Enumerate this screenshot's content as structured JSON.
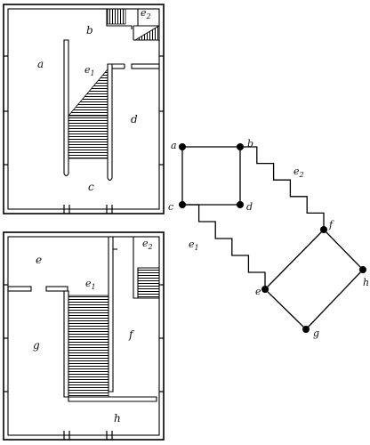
{
  "figure": {
    "upper_floor_plan": {
      "rooms": {
        "a": "a",
        "b": "b",
        "c": "c",
        "d": "d"
      },
      "stair_labels": {
        "e1": "e",
        "e1_sub": "1",
        "e2": "e",
        "e2_sub": "2"
      }
    },
    "lower_floor_plan": {
      "rooms": {
        "e": "e",
        "f": "f",
        "g": "g",
        "h": "h"
      },
      "stair_labels": {
        "e1": "e",
        "e1_sub": "1",
        "e2": "e",
        "e2_sub": "2"
      }
    },
    "graph": {
      "nodes": [
        "a",
        "b",
        "c",
        "d",
        "e",
        "f",
        "g",
        "h"
      ],
      "plain_edges": [
        [
          "a",
          "b"
        ],
        [
          "b",
          "d"
        ],
        [
          "d",
          "c"
        ],
        [
          "c",
          "a"
        ],
        [
          "e",
          "f"
        ],
        [
          "f",
          "h"
        ],
        [
          "h",
          "g"
        ],
        [
          "g",
          "e"
        ]
      ],
      "stair_edges": [
        {
          "label": "e",
          "sub": "1",
          "from": "c",
          "to": "e"
        },
        {
          "label": "e",
          "sub": "2",
          "from": "b",
          "to": "f"
        }
      ]
    }
  }
}
